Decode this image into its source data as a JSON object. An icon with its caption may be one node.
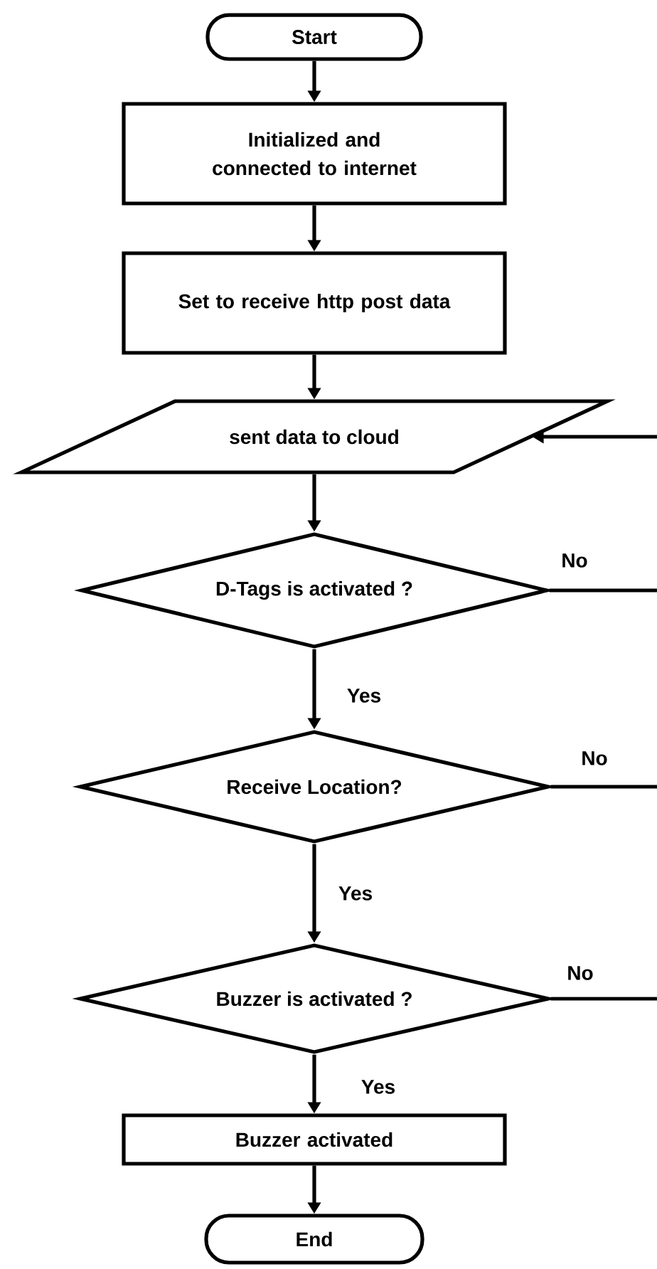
{
  "diagram": {
    "nodes": [
      {
        "text": [
          "Start"
        ]
      },
      {
        "text": [
          "Initialized and connected to internet"
        ]
      },
      {
        "text": [
          "Set to receive http post data"
        ]
      },
      {
        "text": [
          "sent data to cloud"
        ]
      },
      {
        "text": [
          "D-Tags is activated ?"
        ]
      },
      {
        "text": [
          "Receive Location?"
        ]
      },
      {
        "text": [
          "Buzzer is activated ?"
        ]
      },
      {
        "text": [
          "Buzzer activated"
        ]
      },
      {
        "text": [
          "End"
        ]
      }
    ],
    "edges": [
      {
        "from": 0,
        "to": 1,
        "arrow": "to"
      },
      {
        "from": 1,
        "to": 2,
        "arrow": "to"
      },
      {
        "from": 2,
        "to": 3,
        "arrow": "to"
      },
      {
        "from": 3,
        "to": 4,
        "arrow": "to"
      },
      {
        "from": 4,
        "to": 5,
        "arrow": "to",
        "label": "Yes"
      },
      {
        "from": 5,
        "to": 6,
        "arrow": "to",
        "label": "Yes"
      },
      {
        "from": 6,
        "to": 7,
        "arrow": "to",
        "label": "Yes"
      },
      {
        "from": 7,
        "to": 8,
        "arrow": "to"
      },
      {
        "from": null,
        "to": 3,
        "arrow": "to"
      },
      {
        "from": 4,
        "to": null,
        "arrow": "none",
        "label": "No"
      },
      {
        "from": 5,
        "to": null,
        "arrow": "none",
        "label": "No"
      },
      {
        "from": 6,
        "to": null,
        "arrow": "none",
        "label": "No"
      }
    ]
  }
}
